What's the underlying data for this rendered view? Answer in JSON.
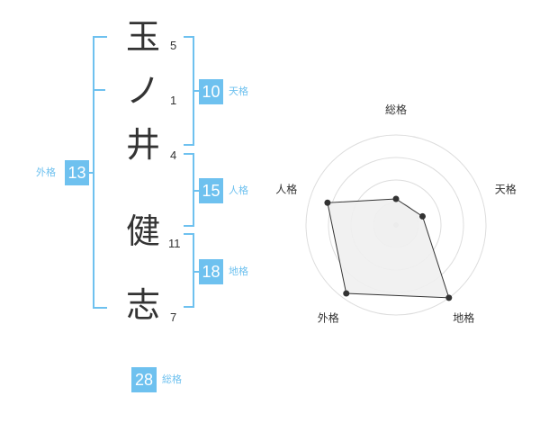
{
  "name": {
    "chars": [
      {
        "char": "玉",
        "strokes": "5"
      },
      {
        "char": "ノ",
        "strokes": "1"
      },
      {
        "char": "井",
        "strokes": "4"
      },
      {
        "char": "健",
        "strokes": "11"
      },
      {
        "char": "志",
        "strokes": "7"
      }
    ]
  },
  "fortune": {
    "tenkaku": {
      "value": "10",
      "label": "天格"
    },
    "jinkaku": {
      "value": "15",
      "label": "人格"
    },
    "chikaku": {
      "value": "18",
      "label": "地格"
    },
    "gaikaku": {
      "value": "13",
      "label": "外格"
    },
    "soukaku": {
      "value": "28",
      "label": "総格"
    }
  },
  "colors": {
    "accent": "#6ec1ef",
    "text": "#333333",
    "grid": "#dddddd"
  },
  "chart_data": {
    "type": "radar",
    "axes": [
      "総格",
      "天格",
      "地格",
      "外格",
      "人格"
    ],
    "levels": 4,
    "values": [
      0.29,
      0.31,
      1.0,
      0.94,
      0.8
    ],
    "range": [
      0,
      1
    ]
  }
}
